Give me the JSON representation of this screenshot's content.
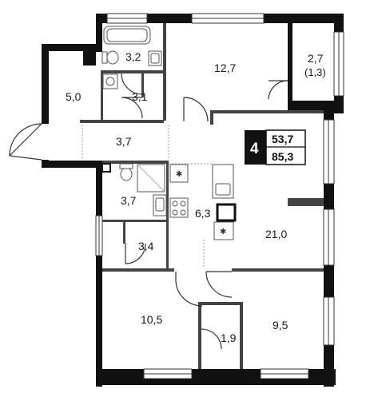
{
  "plan": {
    "rooms": [
      {
        "id": "bath-top",
        "area": "3,2"
      },
      {
        "id": "living-top",
        "area": "12,7"
      },
      {
        "id": "balcony",
        "area": "2,7",
        "note": "(1,3)"
      },
      {
        "id": "hall-left",
        "area": "5,0"
      },
      {
        "id": "wc-top",
        "area": "3,1"
      },
      {
        "id": "corridor",
        "area": "3,7"
      },
      {
        "id": "bath-mid",
        "area": "3,7"
      },
      {
        "id": "kitchen",
        "area": "6,3"
      },
      {
        "id": "living-main",
        "area": "21,0"
      },
      {
        "id": "storage",
        "area": "3,4"
      },
      {
        "id": "bedroom-left",
        "area": "10,5"
      },
      {
        "id": "bedroom-right",
        "area": "9,5"
      },
      {
        "id": "closet",
        "area": "1,9"
      }
    ],
    "badge": {
      "rooms_count": "4",
      "living_area": "53,7",
      "total_area": "85,3"
    }
  }
}
